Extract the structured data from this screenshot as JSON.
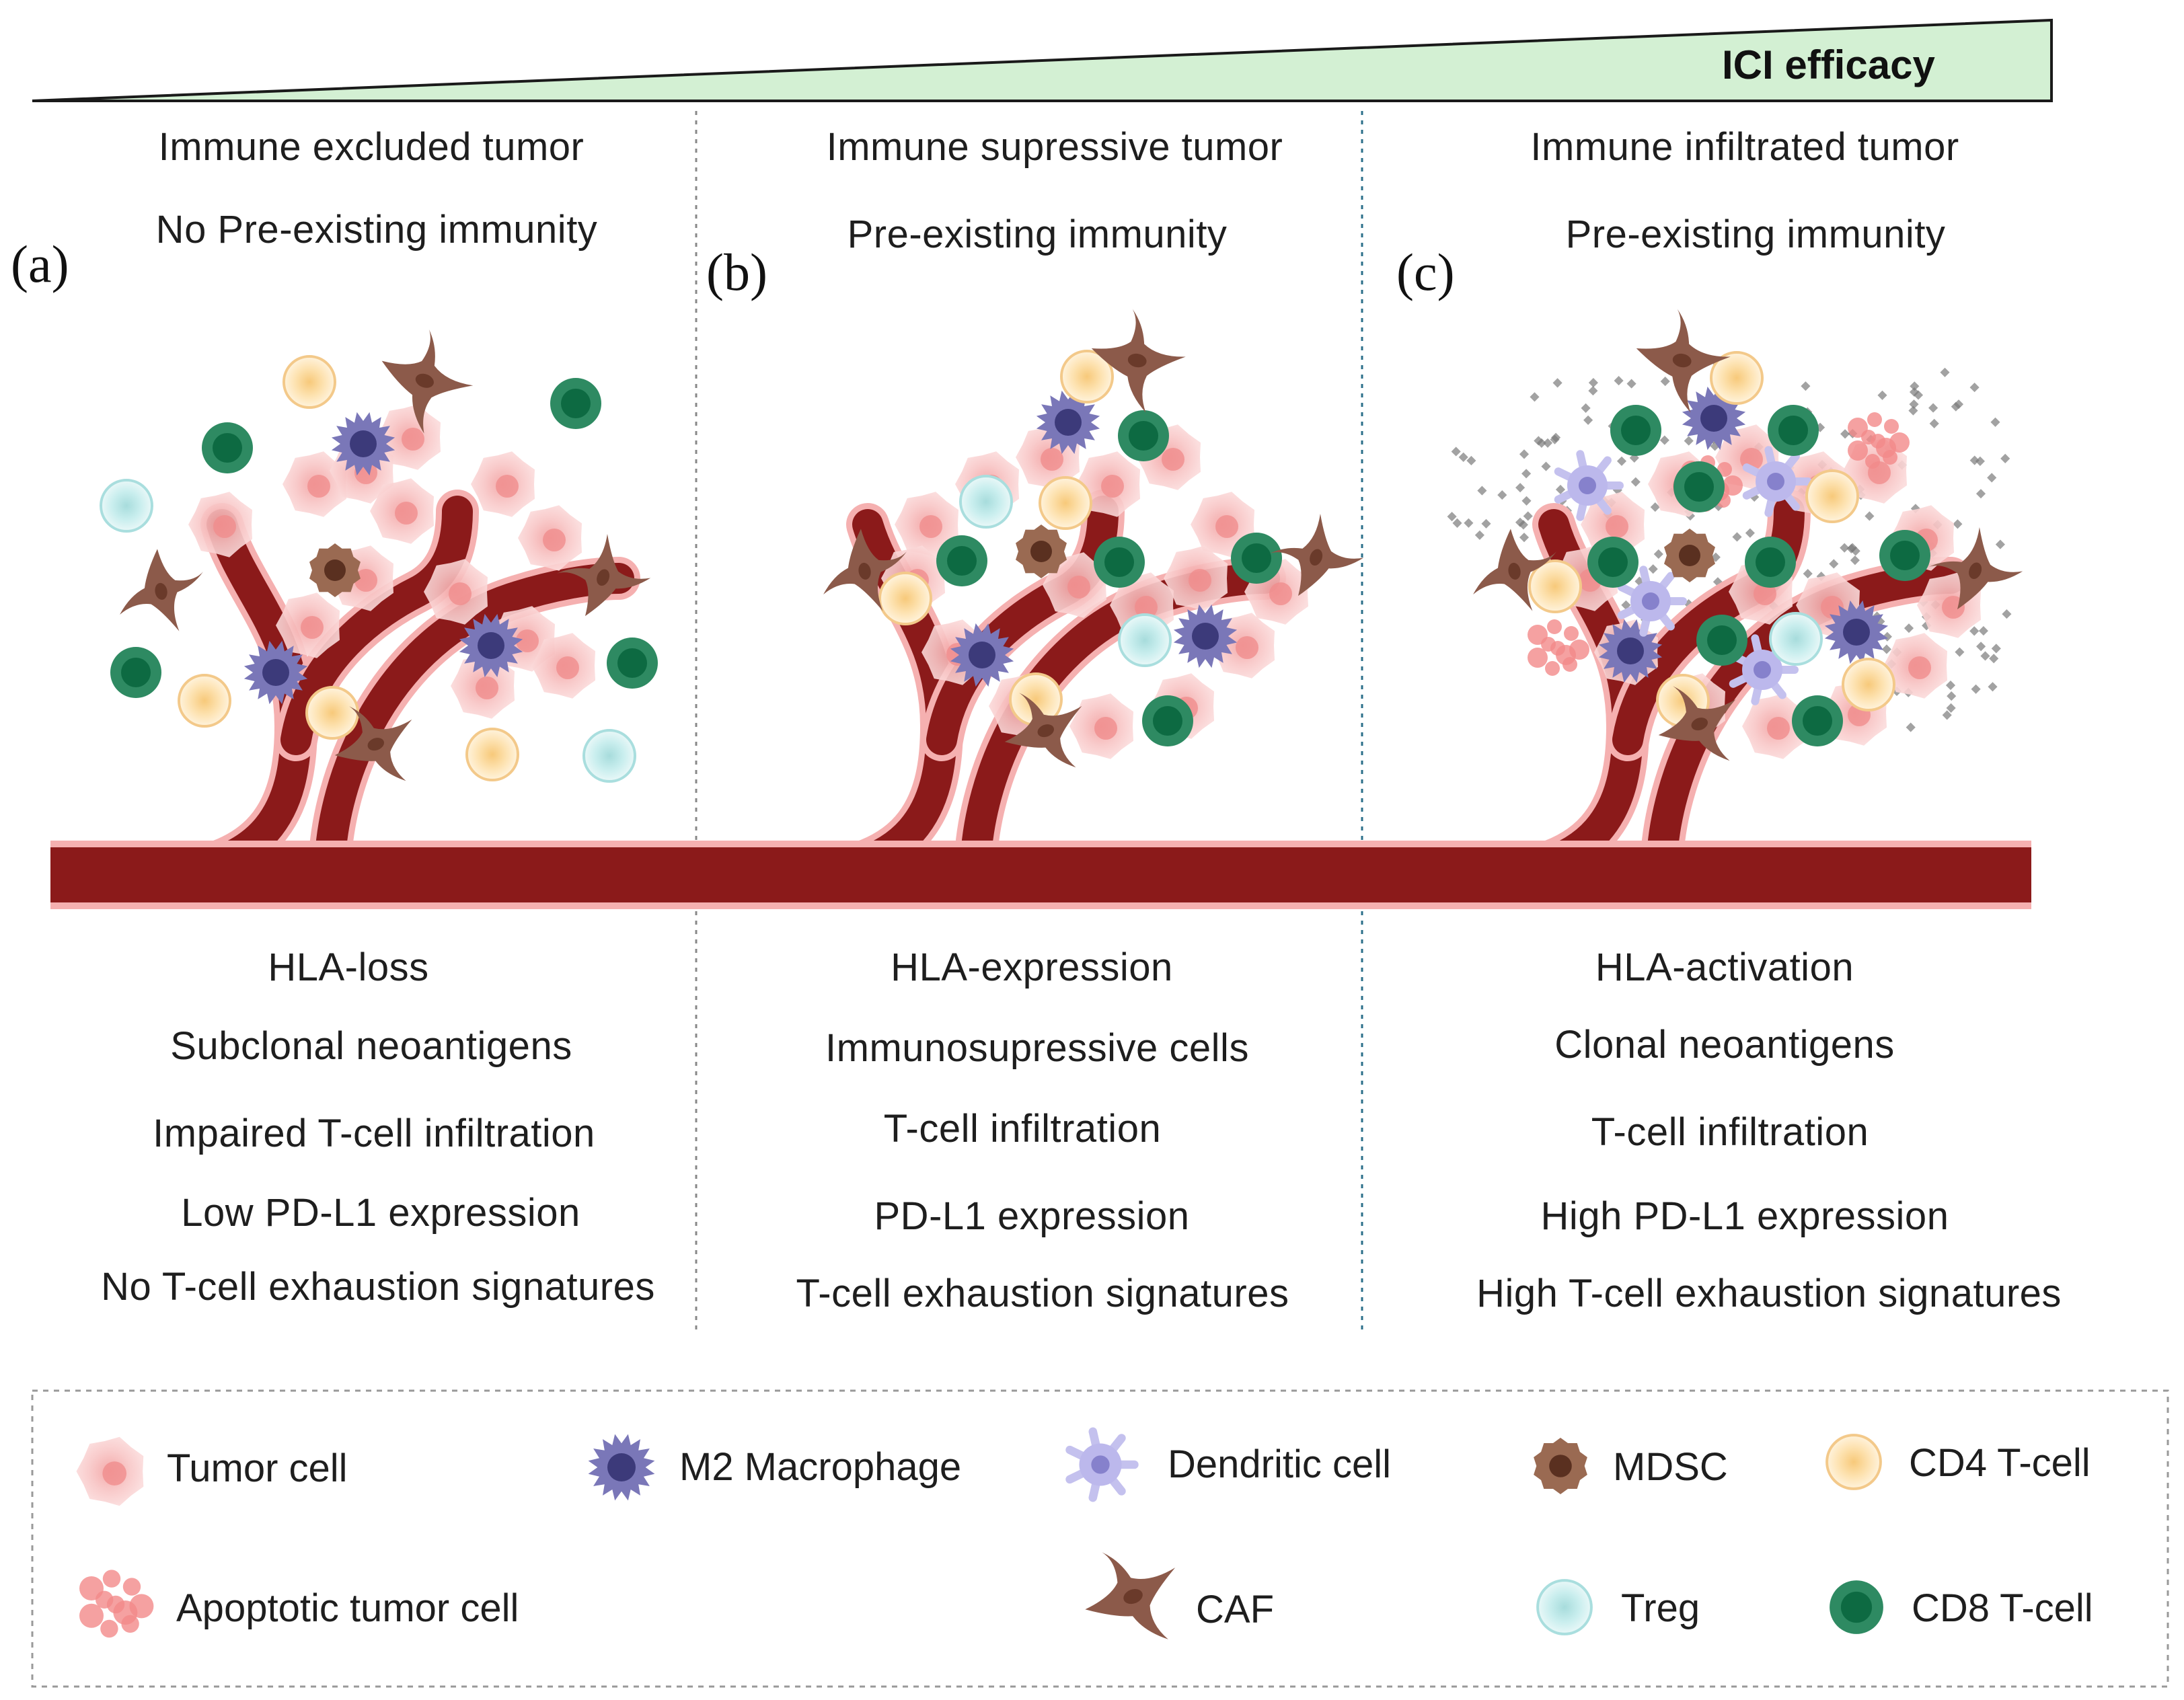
{
  "header": {
    "efficacy_label": "ICI efficacy",
    "colors": {
      "wedge_fill": "#d3f0d3",
      "wedge_stroke": "#1a1a1a"
    }
  },
  "panels": [
    {
      "label": "(a)",
      "title": "Immune excluded tumor",
      "subtitle": "No Pre-existing immunity",
      "features": [
        "HLA-loss",
        "Subclonal neoantigens",
        "Impaired T-cell infiltration",
        "Low PD-L1 expression",
        "No T-cell exhaustion signatures"
      ]
    },
    {
      "label": "(b)",
      "title": "Immune supressive tumor",
      "subtitle": "Pre-existing immunity",
      "features": [
        "HLA-expression",
        "Immunosupressive cells",
        "T-cell infiltration",
        "PD-L1 expression",
        "T-cell exhaustion signatures"
      ]
    },
    {
      "label": "(c)",
      "title": "Immune infiltrated tumor",
      "subtitle": "Pre-existing immunity",
      "features": [
        "HLA-activation",
        "Clonal neoantigens",
        "T-cell infiltration",
        "High PD-L1 expression",
        "High T-cell exhaustion signatures"
      ]
    }
  ],
  "legend": {
    "items": [
      {
        "label": "Tumor cell",
        "icon": "tumor-cell-icon"
      },
      {
        "label": "M2 Macrophage",
        "icon": "m2-macrophage-icon"
      },
      {
        "label": "Dendritic cell",
        "icon": "dendritic-cell-icon"
      },
      {
        "label": "MDSC",
        "icon": "mdsc-icon"
      },
      {
        "label": "CD4 T-cell",
        "icon": "cd4-tcell-icon"
      },
      {
        "label": "Apoptotic tumor cell",
        "icon": "apoptotic-tumor-cell-icon"
      },
      {
        "label": "CAF",
        "icon": "caf-icon"
      },
      {
        "label": "Treg",
        "icon": "treg-icon"
      },
      {
        "label": "CD8 T-cell",
        "icon": "cd8-tcell-icon"
      }
    ]
  },
  "colors": {
    "vessel": "#8b1a1a",
    "vessel_edge": "#f0a0a0",
    "tumor": "#f8c4c4",
    "macrophage": "#6b68a8",
    "dendritic": "#b8b4e8",
    "mdsc": "#8a5a44",
    "cd4": "#fbd9a0",
    "cd8": "#1b7a55",
    "treg": "#bfe6e6",
    "caf": "#8c5a4a",
    "cytokine": "#777777"
  }
}
